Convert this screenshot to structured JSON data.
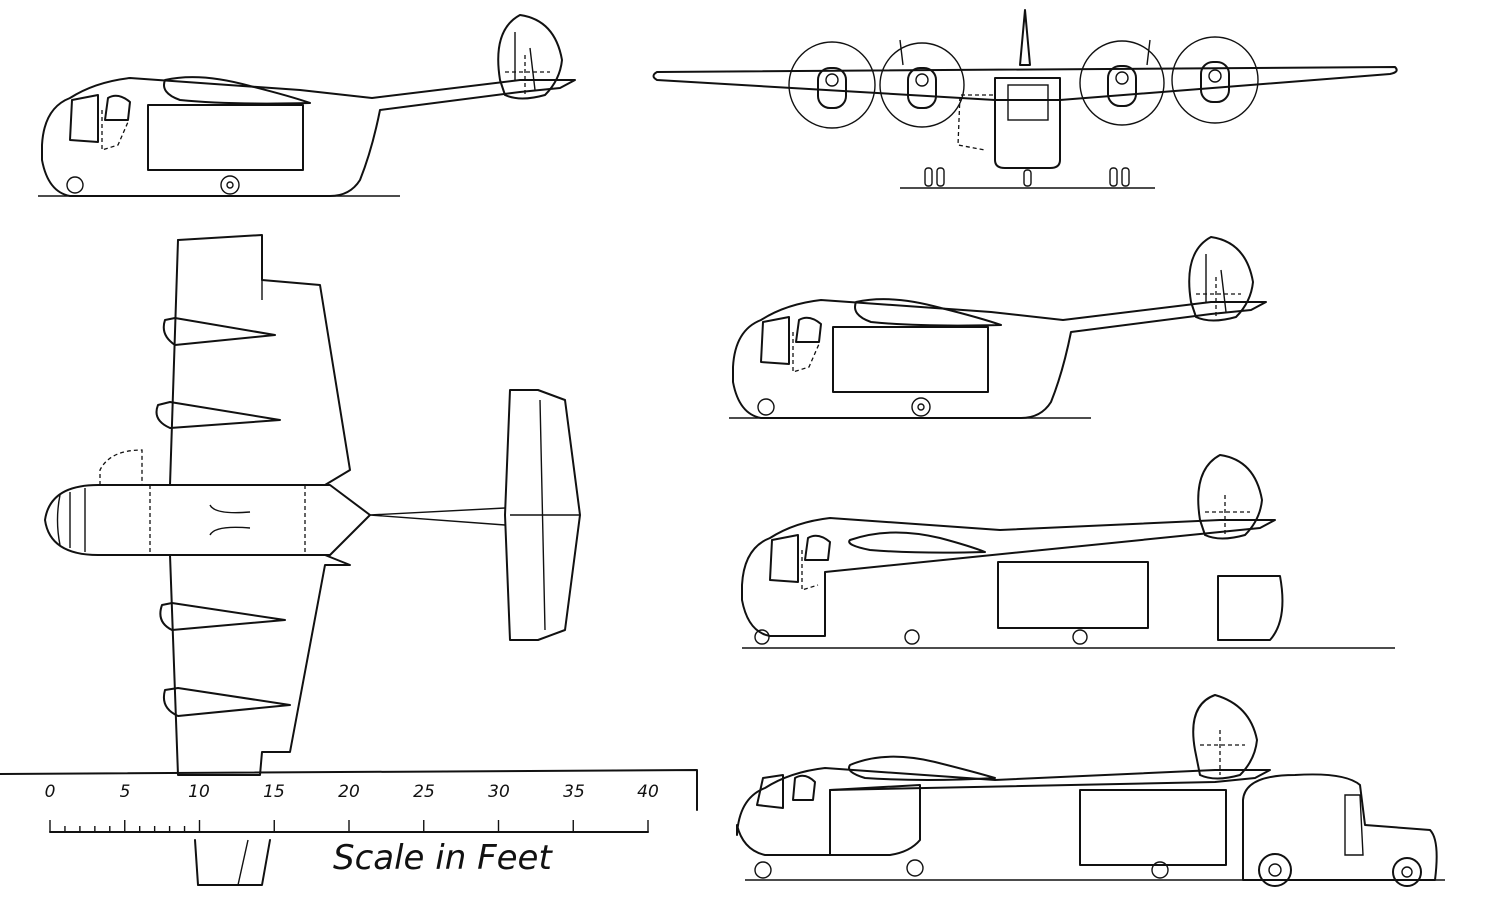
{
  "scale": {
    "ticks": [
      "0",
      "5",
      "10",
      "15",
      "20",
      "25",
      "30",
      "35",
      "40"
    ],
    "unit_label": "Scale in Feet",
    "max_feet": 40
  },
  "views": [
    "side-view",
    "front-view",
    "plan-view",
    "side-view-door-open",
    "side-view-fuselage-separated",
    "side-view-loading-vehicle"
  ]
}
